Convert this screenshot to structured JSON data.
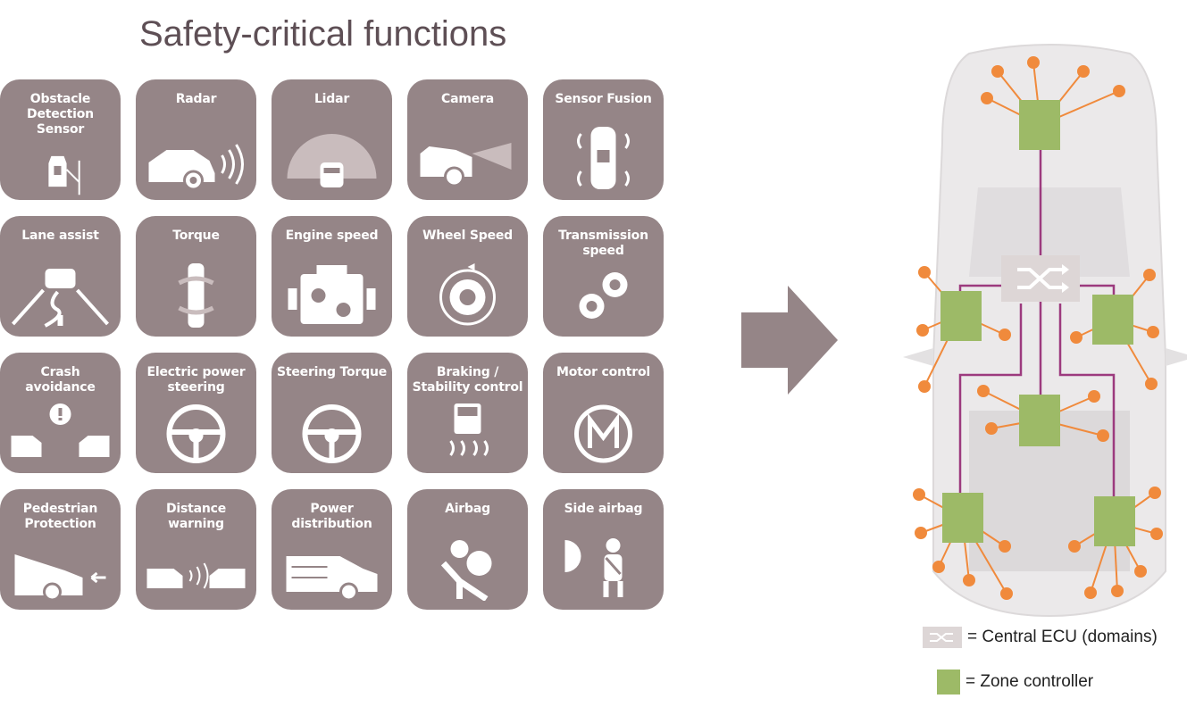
{
  "title": "Safety-critical functions",
  "tiles": [
    {
      "label": "Obstacle Detection Sensor",
      "icon": "obstacle-sensor-icon"
    },
    {
      "label": "Radar",
      "icon": "radar-icon"
    },
    {
      "label": "Lidar",
      "icon": "lidar-icon"
    },
    {
      "label": "Camera",
      "icon": "camera-icon"
    },
    {
      "label": "Sensor Fusion",
      "icon": "sensor-fusion-icon"
    },
    {
      "label": "Lane assist",
      "icon": "lane-assist-icon"
    },
    {
      "label": "Torque",
      "icon": "torque-icon"
    },
    {
      "label": "Engine speed",
      "icon": "engine-icon"
    },
    {
      "label": "Wheel Speed",
      "icon": "wheel-speed-icon"
    },
    {
      "label": "Transmission speed",
      "icon": "gears-icon"
    },
    {
      "label": "Crash avoidance",
      "icon": "crash-avoidance-icon"
    },
    {
      "label": "Electric power steering",
      "icon": "steering-wheel-icon"
    },
    {
      "label": "Steering Torque",
      "icon": "steering-torque-icon"
    },
    {
      "label": "Braking / Stability control",
      "icon": "stability-control-icon"
    },
    {
      "label": "Motor control",
      "icon": "motor-icon"
    },
    {
      "label": "Pedestrian Protection",
      "icon": "pedestrian-protection-icon"
    },
    {
      "label": "Distance warning",
      "icon": "distance-warning-icon"
    },
    {
      "label": "Power distribution",
      "icon": "power-distribution-icon"
    },
    {
      "label": "Airbag",
      "icon": "airbag-icon"
    },
    {
      "label": "Side airbag",
      "icon": "side-airbag-icon"
    }
  ],
  "legend": {
    "central_ecu": "= Central ECU (domains)",
    "zone_controller": "= Zone controller"
  },
  "colors": {
    "tile": "#958587",
    "title": "#5e4f55",
    "zone": "#9dba67",
    "sensor": "#f08a3c",
    "bus": "#9c3a7e",
    "ecu": "#ddd6d6",
    "arrow": "#958587"
  }
}
